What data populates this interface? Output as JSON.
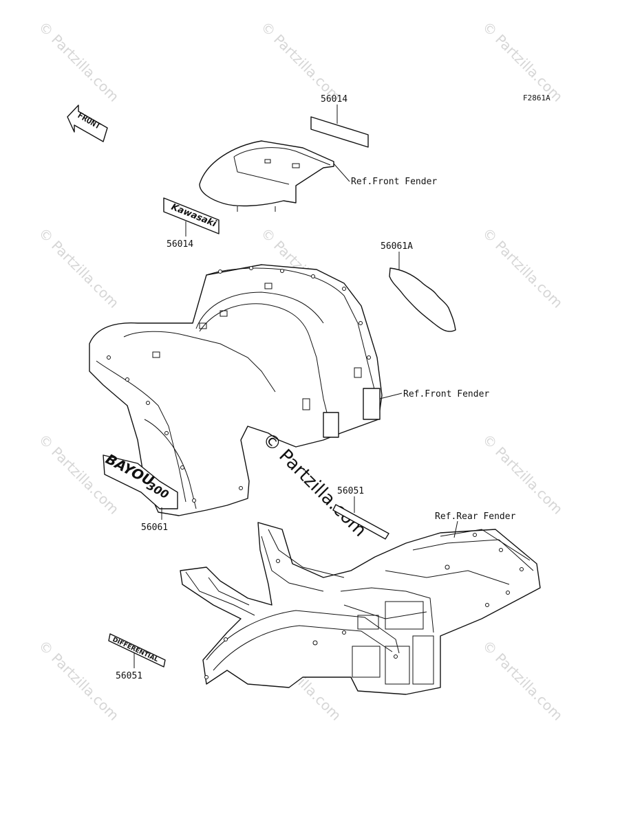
{
  "figure_code": "F2861A",
  "front_arrow_label": "FRONT",
  "callouts": {
    "c1": "56014",
    "c2": "56014",
    "c3": "56061A",
    "c4": "56061",
    "c5": "56051",
    "c6": "56051"
  },
  "refs": {
    "front_fender_top": "Ref.Front Fender",
    "front_fender_mid": "Ref.Front Fender",
    "rear_fender": "Ref.Rear Fender"
  },
  "decals": {
    "kawasaki": "Kawasaki",
    "bayou_line1": "BAYOU",
    "bayou_line2": "300",
    "differential": "DIFFERENTIAL"
  },
  "watermark": {
    "main": "© Partzilla.com",
    "tile": "© Partzilla.com"
  }
}
